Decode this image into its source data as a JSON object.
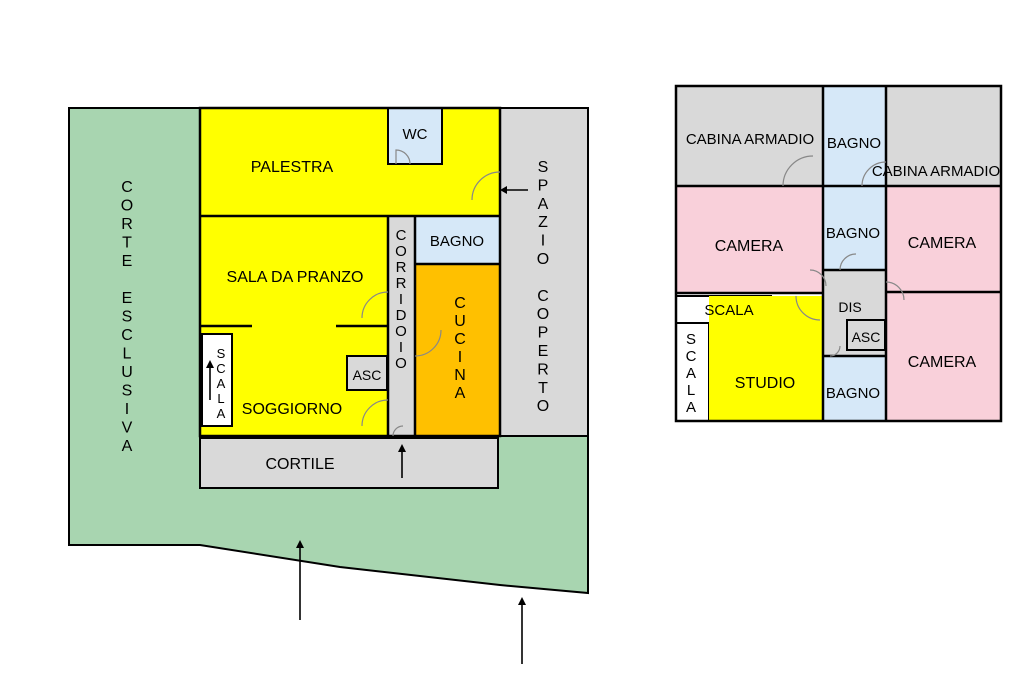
{
  "plan_ground": {
    "corte_esclusiva": "CORTE ESCLUSIVA",
    "palestra": "PALESTRA",
    "wc": "WC",
    "bagno": "BAGNO",
    "spazio_coperto": "SPAZIO COPERTO",
    "sala_da_pranzo": "SALA DA PRANZO",
    "corridoio": "CORRIDOIO",
    "cucina": "CUCINA",
    "scala": "SCALA",
    "asc": "ASC",
    "soggiorno": "SOGGIORNO",
    "cortile": "CORTILE"
  },
  "plan_first": {
    "cabina_armadio_1": "CABINA ARMADIO",
    "bagno_top": "BAGNO",
    "cabina_armadio_2": "CABINA ARMADIO",
    "camera_left": "CAMERA",
    "bagno_mid": "BAGNO",
    "camera_right_top": "CAMERA",
    "scala_h": "SCALA",
    "dis": "DIS",
    "asc": "ASC",
    "scala_v": "SCALA",
    "studio": "STUDIO",
    "bagno_bottom": "BAGNO",
    "camera_right_bottom": "CAMERA"
  },
  "colors": {
    "garden": "#a8d5b0",
    "yellow": "#ffff00",
    "orange": "#ffc000",
    "grey": "#d9d9d9",
    "blue": "#d6e8f8",
    "pink": "#f9d0da",
    "white": "#ffffff"
  }
}
